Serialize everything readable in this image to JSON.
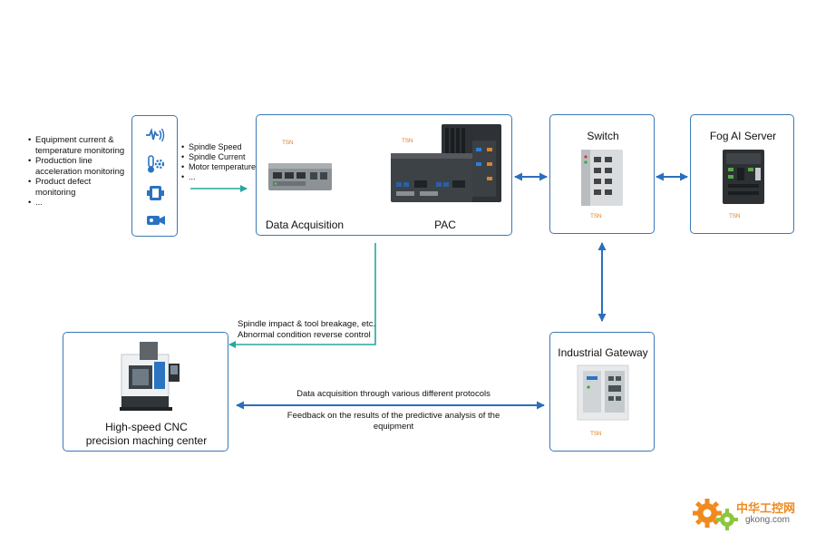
{
  "sensors": {
    "bullets": [
      "Equipment current & temperature monitoring",
      "Production line acceleration monitoring",
      "Product defect monitoring",
      "..."
    ],
    "icons": [
      "vibration-sensor-icon",
      "temperature-sensor-icon",
      "acceleration-sensor-icon",
      "camera-icon"
    ]
  },
  "signals": {
    "bullets": [
      "Spindle Speed",
      "Spindle Current",
      "Motor temperature",
      "..."
    ]
  },
  "nodes": {
    "data_acquisition": "Data Acquisition",
    "pac": "PAC",
    "switch": "Switch",
    "fog_server": "Fog AI Server",
    "gateway": "Industrial Gateway",
    "cnc_line1": "High-speed CNC",
    "cnc_line2": "precision maching center"
  },
  "annotations": {
    "reverse_line1": "Spindle impact & tool breakage, etc.",
    "reverse_line2": "Abnormal condition reverse control",
    "protocols": "Data acquisition through various different protocols",
    "feedback": "Feedback on the results of the predictive analysis of the equipment"
  },
  "brand": {
    "tsn_mark": "TSN"
  },
  "watermark": {
    "chinese": "中华工控网",
    "domain": "gkong.com"
  },
  "colors": {
    "box_border": "#3a78b5",
    "teal_arrow": "#26a79d",
    "blue_arrow": "#2a6fbd",
    "watermark_orange": "#f08a1c",
    "watermark_green": "#8cc63f"
  }
}
